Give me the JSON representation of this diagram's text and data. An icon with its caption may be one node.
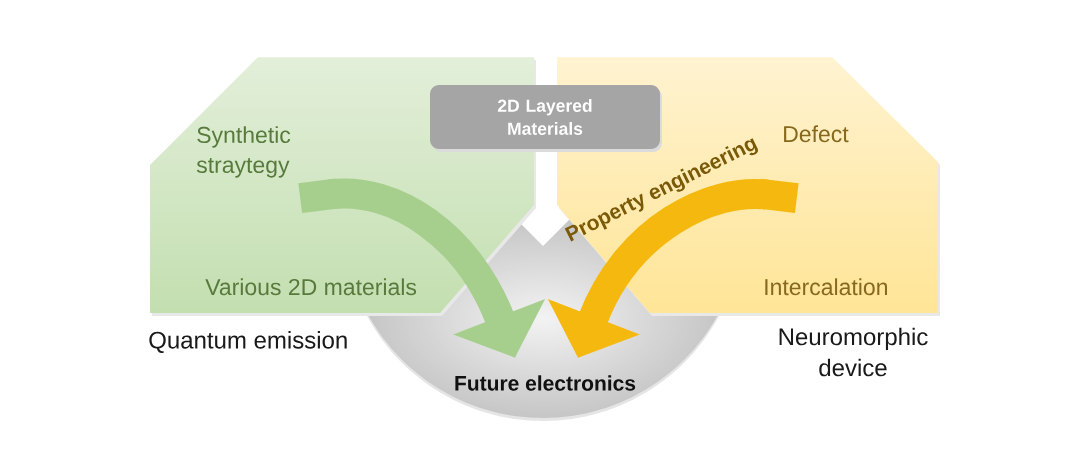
{
  "diagram": {
    "nodes": [
      {
        "text": [
          "Synthetic straytegy",
          "Various 2D materials"
        ]
      },
      {
        "text": [
          "Defect",
          "Intercalation"
        ]
      },
      {
        "text": [
          "2D Layered Materials"
        ]
      },
      {
        "text": [
          "Future electronics"
        ]
      }
    ],
    "edges": [
      {
        "from": 0,
        "to": 3,
        "arrow": "to",
        "color": "#a6cf8d"
      },
      {
        "from": 1,
        "to": 3,
        "arrow": "to",
        "label": "Property engineering",
        "color": "#f5b80f"
      }
    ],
    "labels": [
      "Quantum emission",
      "Neuromorphic device"
    ]
  }
}
